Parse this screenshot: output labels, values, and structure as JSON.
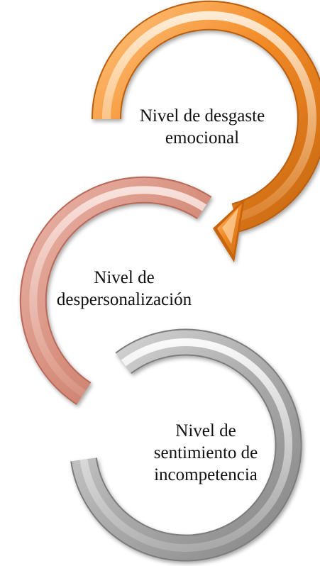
{
  "stages": [
    {
      "lines": [
        "Nivel de desgaste",
        "emocional"
      ],
      "color": "#f08a2a",
      "has_arrow_head": true
    },
    {
      "lines": [
        "Nivel de",
        "despersonalización"
      ],
      "color": "#d9978a",
      "has_arrow_head": false
    },
    {
      "lines": [
        "Nivel de",
        "sentimiento de",
        "incompetencia"
      ],
      "color": "#b3b3b3",
      "has_arrow_head": false
    }
  ]
}
